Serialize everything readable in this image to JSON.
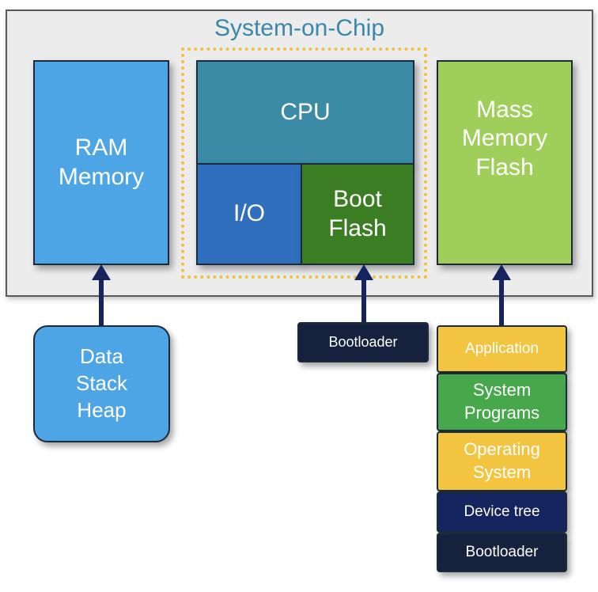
{
  "soc": {
    "title": "System-on-Chip",
    "ram": "RAM\nMemory",
    "cpu": "CPU",
    "io": "I/O",
    "boot_flash": "Boot\nFlash",
    "mass_memory": "Mass\nMemory\nFlash"
  },
  "ram_contents": "Data\nStack\nHeap",
  "boot_flash_contents": "Bootloader",
  "mass_memory_stack": {
    "application": "Application",
    "system_programs": "System\nPrograms",
    "operating_system": "Operating\nSystem",
    "device_tree": "Device tree",
    "bootloader": "Bootloader"
  },
  "colors": {
    "soc_background": "#ececec",
    "soc_title": "#3a88a7",
    "ram": "#4da5e6",
    "cpu": "#3b8aa6",
    "io": "#2f6fbd",
    "boot_flash": "#3b7d22",
    "mass_memory": "#9fcf5a",
    "dotted_boundary": "#f2c23f",
    "arrow": "#15245e",
    "application": "#f2c440",
    "system_programs": "#47a84b",
    "operating_system": "#f2c440",
    "device_tree": "#15245e",
    "bootloader": "#15213d"
  }
}
